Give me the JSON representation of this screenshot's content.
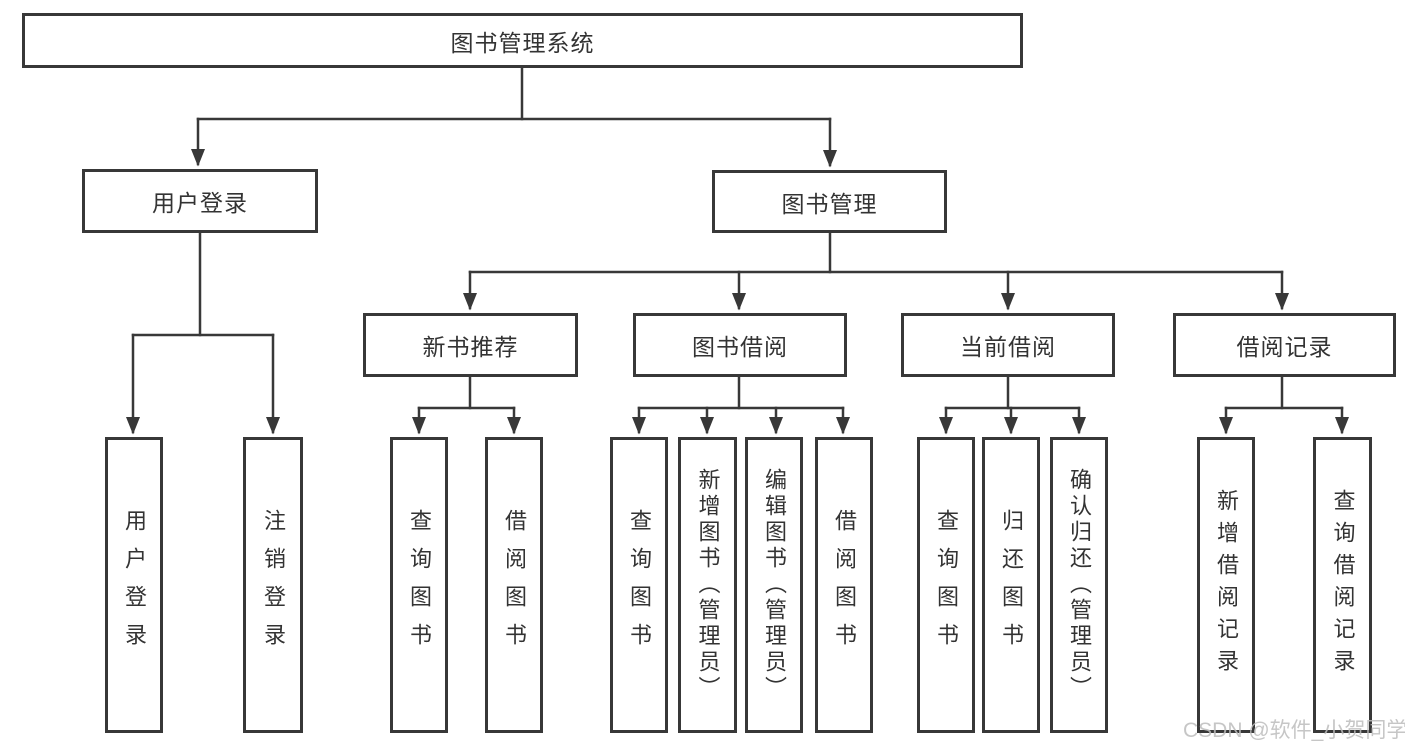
{
  "diagram": {
    "root_label": "图书管理系统",
    "level2": {
      "user_login": "用户登录",
      "book_management": "图书管理"
    },
    "level3": {
      "new_book_recommend": "新书推荐",
      "book_borrowing": "图书借阅",
      "current_borrowing": "当前借阅",
      "borrowing_records": "借阅记录"
    },
    "leaves": {
      "user_login_group": [
        "用户登录",
        "注销登录"
      ],
      "new_book_group": [
        "查询图书",
        "借阅图书"
      ],
      "book_borrowing_group": [
        "查询图书",
        "新增图书（管理员）",
        "编辑图书（管理员）",
        "借阅图书"
      ],
      "current_borrowing_group": [
        "查询图书",
        "归还图书",
        "确认归还（管理员）"
      ],
      "borrowing_records_group": [
        "新增借阅记录",
        "查询借阅记录"
      ]
    }
  },
  "watermark": {
    "text": "CSDN @软件_小贺同学",
    "color": "#bdbdbd"
  },
  "colors": {
    "line": "#383838",
    "box_border": "#383838",
    "text": "#333333",
    "background": "#ffffff",
    "watermark": "#bdbdbd"
  }
}
